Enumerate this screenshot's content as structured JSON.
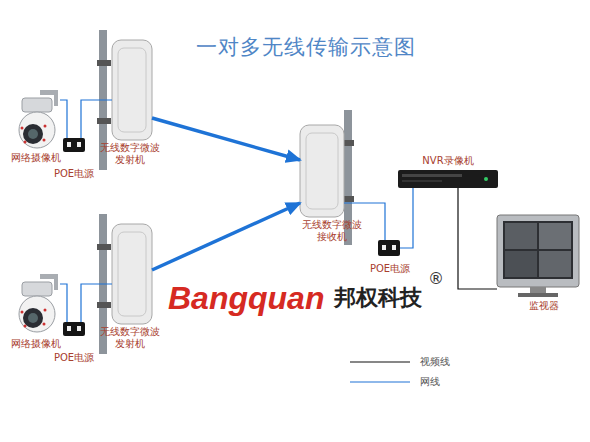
{
  "diagram": {
    "title": "一对多无线传输示意图",
    "nodes": [
      {
        "text": [
          "网络摄像机"
        ]
      },
      {
        "text": [
          "POE电源"
        ]
      },
      {
        "text": [
          "无线数字微波 发射机"
        ]
      },
      {
        "text": [
          "无线数字微波 接收机"
        ]
      },
      {
        "text": [
          "NVR录像机"
        ]
      },
      {
        "text": [
          "POE电源"
        ]
      },
      {
        "text": [
          "监视器"
        ]
      },
      {
        "text": [
          "网络摄像机"
        ]
      },
      {
        "text": [
          "POE电源"
        ]
      },
      {
        "text": [
          "无线数字微波 发射机"
        ]
      }
    ],
    "edges": [
      {
        "from": 0,
        "to": 1,
        "arrow": "none"
      },
      {
        "from": 1,
        "to": 2,
        "arrow": "none"
      },
      {
        "from": 2,
        "to": 3,
        "arrow": "to"
      },
      {
        "from": 3,
        "to": 5,
        "arrow": "none"
      },
      {
        "from": 5,
        "to": 4,
        "arrow": "none"
      },
      {
        "from": 4,
        "to": 6,
        "arrow": "none"
      },
      {
        "from": 7,
        "to": 8,
        "arrow": "none"
      },
      {
        "from": 8,
        "to": 9,
        "arrow": "none"
      },
      {
        "from": 9,
        "to": 3,
        "arrow": "to"
      }
    ],
    "labels": [
      "Bangquan",
      "邦权科技",
      "®"
    ],
    "legend": [
      {
        "text": "视频线"
      },
      {
        "text": "网线"
      }
    ]
  }
}
